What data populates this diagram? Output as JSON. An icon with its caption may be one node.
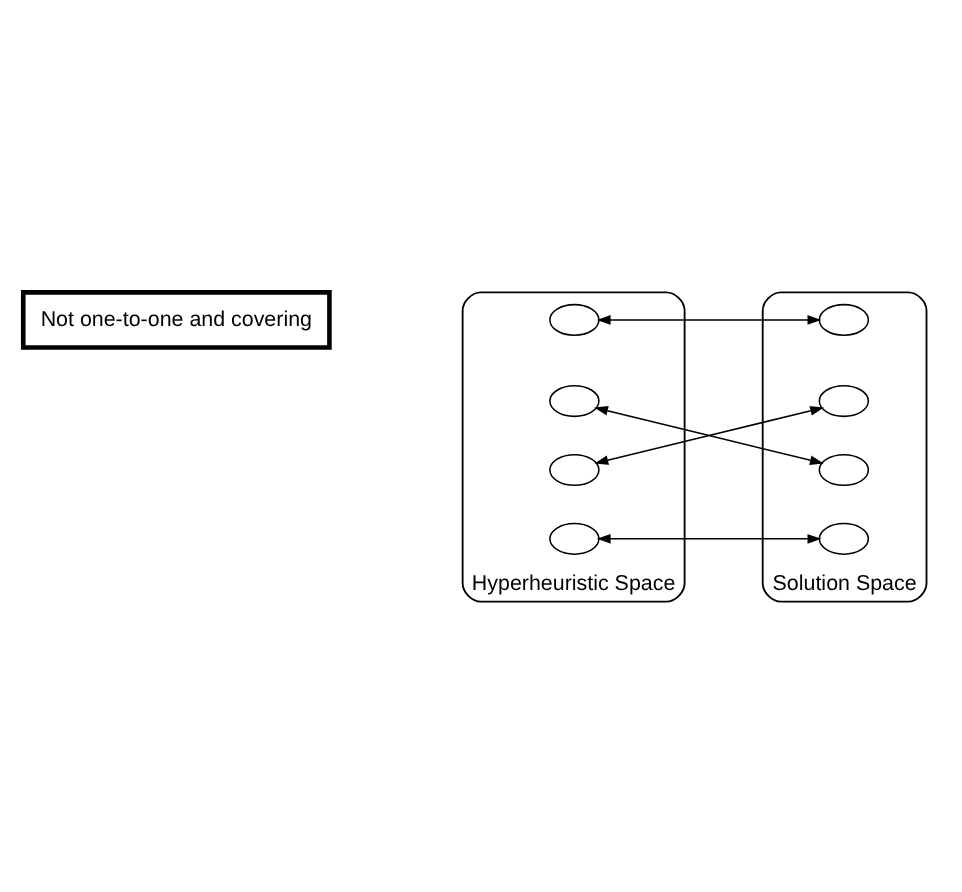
{
  "diagram": {
    "nodes": [
      {
        "text": [
          "Not one-to-one and covering"
        ]
      },
      {
        "text": [
          "Hyperheuristic Space"
        ]
      },
      {
        "text": [],
        "shape": "ellipse",
        "in": 1
      },
      {
        "text": [],
        "shape": "ellipse",
        "in": 1
      },
      {
        "text": [],
        "shape": "ellipse",
        "in": 1
      },
      {
        "text": [],
        "shape": "ellipse",
        "in": 1
      },
      {
        "text": [
          "Solution Space"
        ]
      },
      {
        "text": [],
        "shape": "ellipse",
        "in": 6
      },
      {
        "text": [],
        "shape": "ellipse",
        "in": 6
      },
      {
        "text": [],
        "shape": "ellipse",
        "in": 6
      },
      {
        "text": [],
        "shape": "ellipse",
        "in": 6
      }
    ],
    "edges": [
      {
        "from": 2,
        "to": 7,
        "arrow": "both"
      },
      {
        "from": 3,
        "to": 9,
        "arrow": "both"
      },
      {
        "from": 4,
        "to": 8,
        "arrow": "both"
      },
      {
        "from": 5,
        "to": 10,
        "arrow": "both"
      }
    ]
  }
}
